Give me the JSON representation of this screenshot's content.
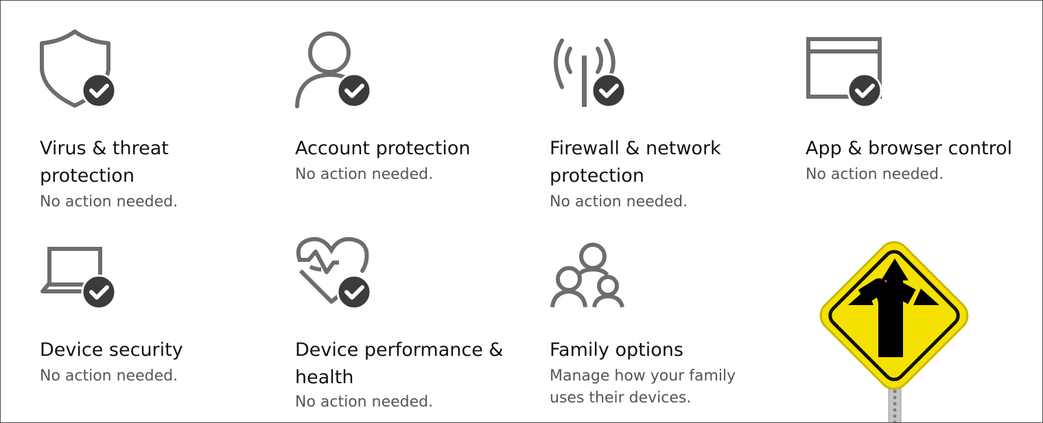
{
  "tiles": [
    {
      "key": "virus",
      "title": "Virus & threat\nprotection",
      "status": "No action needed.",
      "icon": "shield-check-icon"
    },
    {
      "key": "account",
      "title": "Account protection",
      "status": "No action needed.",
      "icon": "person-check-icon"
    },
    {
      "key": "firewall",
      "title": "Firewall & network\nprotection",
      "status": "No action needed.",
      "icon": "wireless-check-icon"
    },
    {
      "key": "app",
      "title": "App & browser control",
      "status": "No action needed.",
      "icon": "browser-window-check-icon"
    },
    {
      "key": "device",
      "title": "Device security",
      "status": "No action needed.",
      "icon": "laptop-check-icon"
    },
    {
      "key": "performance",
      "title": "Device performance &\nhealth",
      "status": "No action needed.",
      "icon": "heart-pulse-check-icon"
    },
    {
      "key": "family",
      "title": "Family options",
      "status": "Manage how your family\nuses their devices.",
      "icon": "family-icon"
    }
  ],
  "sign": {
    "icon": "three-way-arrow-sign-icon",
    "color": "#f5e100"
  },
  "colors": {
    "icon_stroke": "#6d6d6d",
    "badge": "#3b3b3b"
  }
}
